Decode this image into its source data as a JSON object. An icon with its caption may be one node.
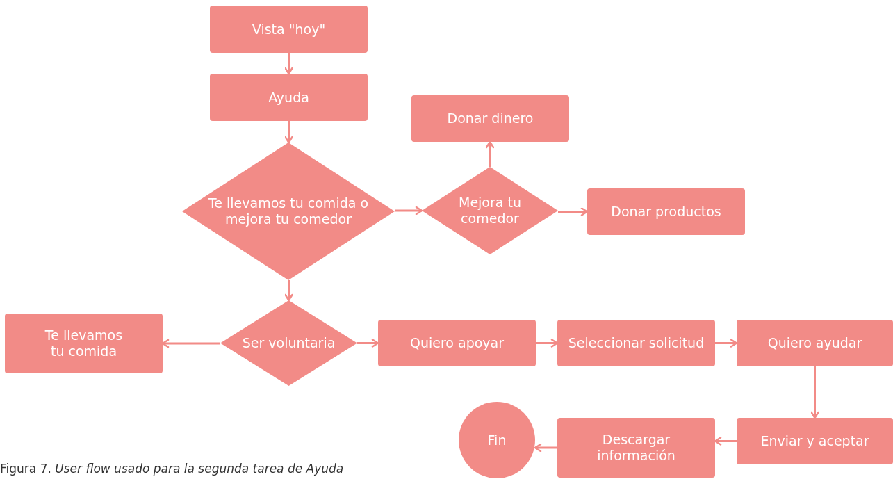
{
  "diagram": {
    "caption": "Figura 7. *User flow usado para la segunda tarea de Ayuda*",
    "nodes": [
      {
        "text": [
          "Vista \"hoy\""
        ]
      },
      {
        "text": [
          "Ayuda"
        ]
      },
      {
        "text": [
          "Te llevamos tu comida o mejora tu comedor"
        ]
      },
      {
        "text": [
          "Donar dinero"
        ]
      },
      {
        "text": [
          "Mejora tu comedor"
        ]
      },
      {
        "text": [
          "Donar productos"
        ]
      },
      {
        "text": [
          "Ser voluntaria"
        ]
      },
      {
        "text": [
          "Te llevamos tu comida"
        ]
      },
      {
        "text": [
          "Quiero apoyar"
        ]
      },
      {
        "text": [
          "Seleccionar solicitud"
        ]
      },
      {
        "text": [
          "Quiero ayudar"
        ]
      },
      {
        "text": [
          "Enviar y aceptar"
        ]
      },
      {
        "text": [
          "Descargar información"
        ]
      },
      {
        "text": [
          "Fin"
        ]
      }
    ],
    "edges": [
      {
        "from": 0,
        "to": 1,
        "arrow": "to"
      },
      {
        "from": 1,
        "to": 2,
        "arrow": "to"
      },
      {
        "from": 2,
        "to": 4,
        "arrow": "to"
      },
      {
        "from": 4,
        "to": 3,
        "arrow": "to"
      },
      {
        "from": 4,
        "to": 5,
        "arrow": "to"
      },
      {
        "from": 2,
        "to": 6,
        "arrow": "to"
      },
      {
        "from": 6,
        "to": 7,
        "arrow": "to"
      },
      {
        "from": 6,
        "to": 8,
        "arrow": "to"
      },
      {
        "from": 8,
        "to": 9,
        "arrow": "to"
      },
      {
        "from": 9,
        "to": 10,
        "arrow": "to"
      },
      {
        "from": 10,
        "to": 11,
        "arrow": "to"
      },
      {
        "from": 11,
        "to": 12,
        "arrow": "to"
      },
      {
        "from": 12,
        "to": 13,
        "arrow": "to"
      }
    ]
  }
}
